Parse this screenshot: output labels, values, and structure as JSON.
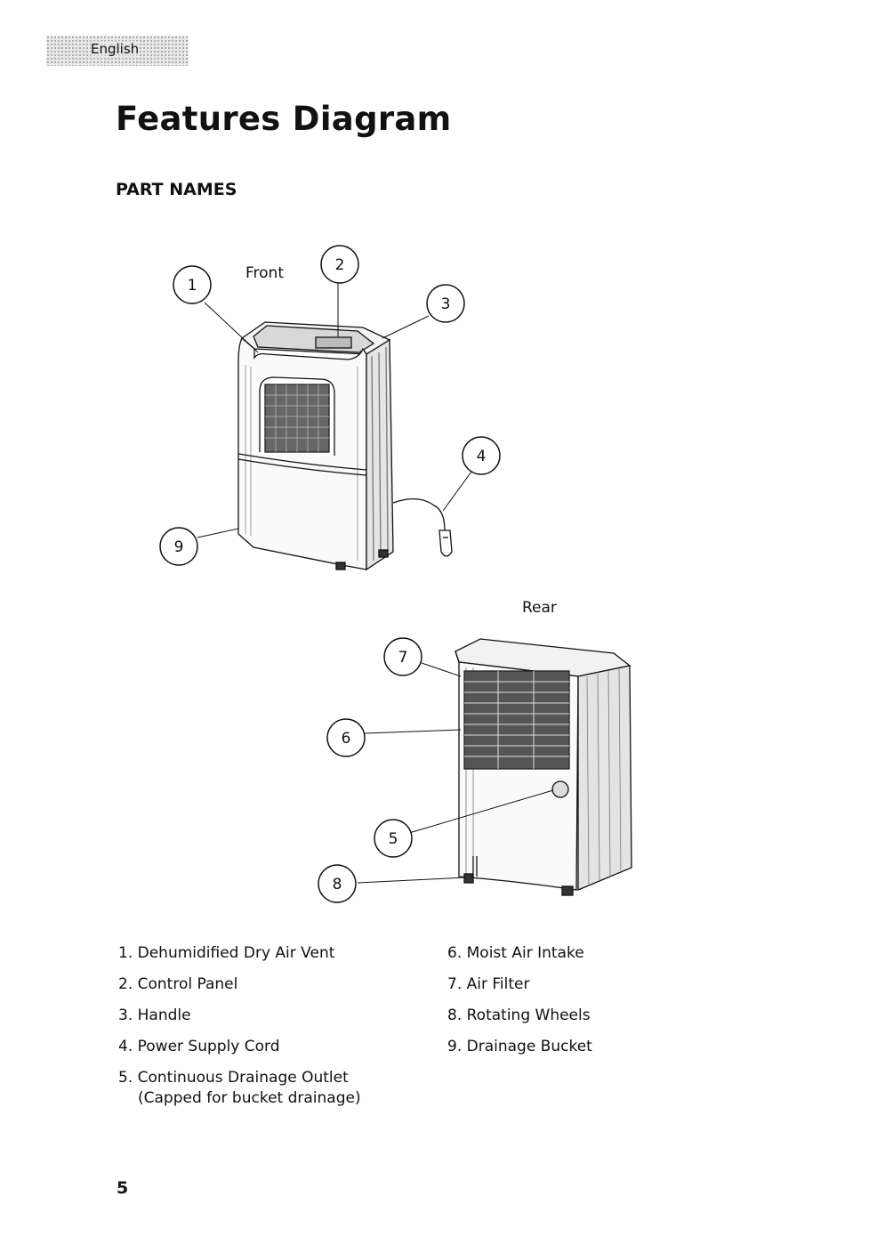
{
  "header": {
    "language": "English"
  },
  "page": {
    "title": "Features Diagram",
    "subtitle": "PART NAMES",
    "page_number": "5"
  },
  "diagram": {
    "front_label": "Front",
    "rear_label": "Rear",
    "callouts": [
      "1",
      "2",
      "3",
      "4",
      "5",
      "6",
      "7",
      "8",
      "9"
    ]
  },
  "parts": {
    "left": [
      {
        "text": "1. Dehumidified Dry Air Vent"
      },
      {
        "text": "2. Control Panel"
      },
      {
        "text": "3. Handle"
      },
      {
        "text": "4. Power Supply Cord"
      },
      {
        "text": "5. Continuous Drainage Outlet",
        "sub": "(Capped for bucket drainage)"
      }
    ],
    "right": [
      {
        "text": "6. Moist Air Intake"
      },
      {
        "text": "7. Air Filter"
      },
      {
        "text": "8. Rotating Wheels"
      },
      {
        "text": "9. Drainage Bucket"
      }
    ]
  }
}
